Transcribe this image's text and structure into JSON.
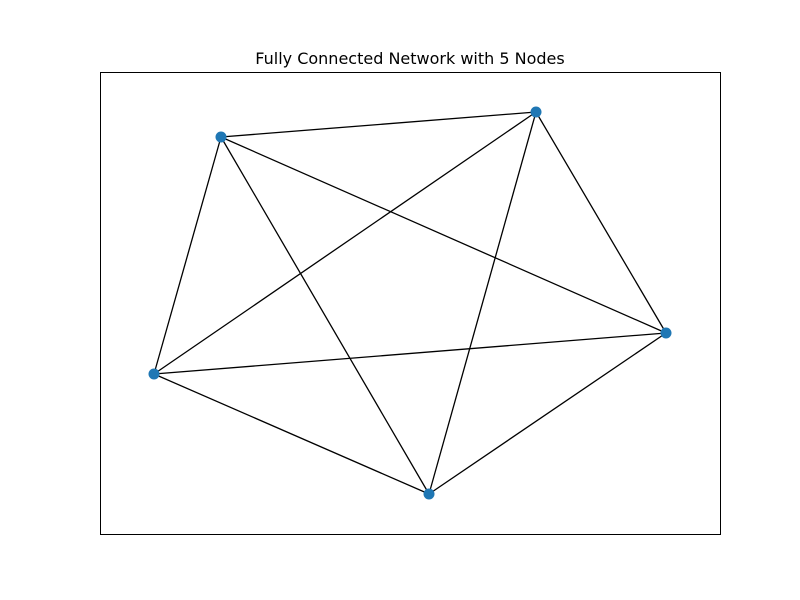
{
  "title": "Fully Connected Network with 5 Nodes",
  "colors": {
    "node": "#1f77b4",
    "edge": "#000000",
    "frame": "#000000",
    "background": "#ffffff"
  },
  "network": {
    "directed": false,
    "nodes": [
      {
        "id": "n0"
      },
      {
        "id": "n1"
      },
      {
        "id": "n2"
      },
      {
        "id": "n3"
      },
      {
        "id": "n4"
      }
    ],
    "edges": [
      [
        "n0",
        "n1"
      ],
      [
        "n0",
        "n2"
      ],
      [
        "n0",
        "n3"
      ],
      [
        "n0",
        "n4"
      ],
      [
        "n1",
        "n2"
      ],
      [
        "n1",
        "n3"
      ],
      [
        "n1",
        "n4"
      ],
      [
        "n2",
        "n3"
      ],
      [
        "n2",
        "n4"
      ],
      [
        "n3",
        "n4"
      ]
    ]
  }
}
